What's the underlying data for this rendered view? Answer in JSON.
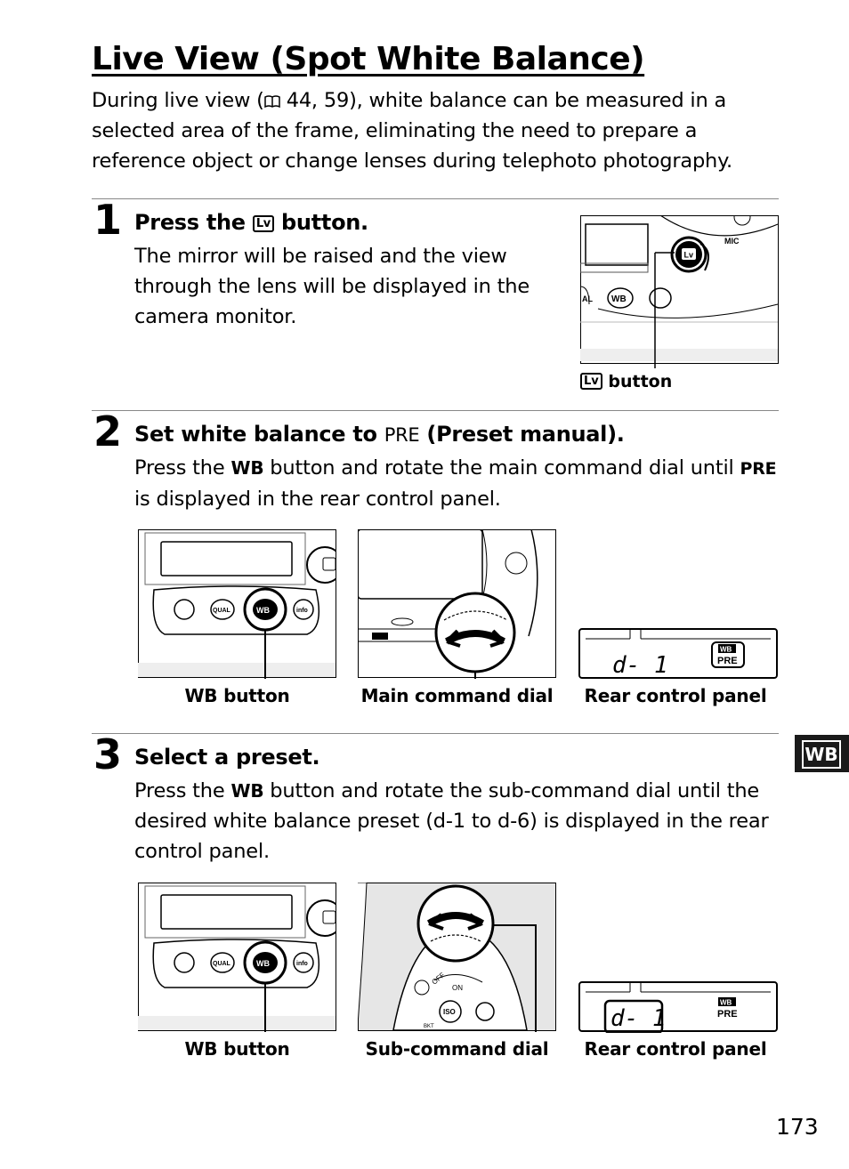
{
  "title": "Live View (Spot White Balance)",
  "intro": {
    "before_ref": "During live view (",
    "ref_icon": "book-icon",
    "after_ref": " 44, 59), white balance can be measured in a selected area of the frame, eliminating the need to prepare a reference object or change lenses during telephoto photography."
  },
  "steps": [
    {
      "number": "1",
      "heading_pre": "Press the ",
      "heading_icon": "Lv",
      "heading_post": " button.",
      "body": "The mirror will be raised and the view through the lens will be displayed in the camera monitor.",
      "caption_icon": "Lv",
      "caption": "button"
    },
    {
      "number": "2",
      "heading_pre": "Set white balance to ",
      "heading_pre_code": "PRE",
      "heading_paren_open": " (",
      "heading_bold": "Preset manual",
      "heading_post": ").",
      "body_pre": "Press the ",
      "body_wb": "WB",
      "body_mid": " button and rotate the main command dial until ",
      "body_pre2": "PRE",
      "body_post": " is displayed in the rear control panel.",
      "captions": [
        "WB button",
        "Main command dial",
        "Rear control panel"
      ],
      "panel_display": "d- 1",
      "panel_badge_top": "WB",
      "panel_badge_bottom": "PRE"
    },
    {
      "number": "3",
      "heading": "Select a preset.",
      "body_pre": "Press the ",
      "body_wb": "WB",
      "body_post": " button and rotate the sub-command dial until the desired white balance preset (d-1 to d-6) is displayed in the rear control panel.",
      "captions": [
        "WB button",
        "Sub-command dial",
        "Rear control panel"
      ],
      "panel_display": "d- 1",
      "panel_badge_top": "WB",
      "panel_badge_bottom": "PRE"
    }
  ],
  "camera_labels": {
    "mic": "MIC",
    "lv": "Lv",
    "wb": "WB",
    "qual": "QUAL",
    "info": "info",
    "al": "AL",
    "iso": "ISO",
    "off": "OFF",
    "on": "ON",
    "bkt": "BKT"
  },
  "side_tab": "WB",
  "page_number": "173"
}
